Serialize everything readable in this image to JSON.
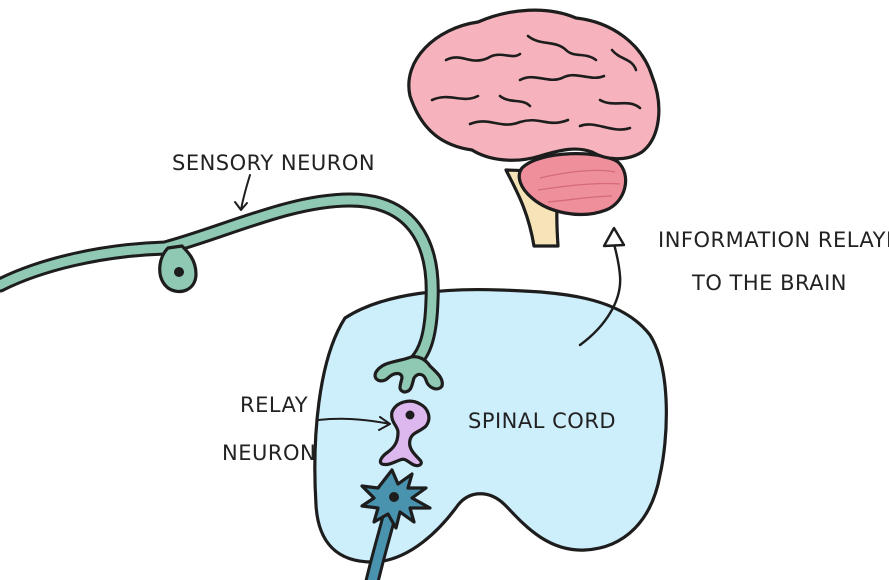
{
  "labels": {
    "sensory_neuron": "SENSORY NEURON",
    "relay_neuron_line1": "RELAY",
    "relay_neuron_line2": "NEURON",
    "spinal_cord": "SPINAL CORD",
    "information_line1": "INFORMATION RELAYED",
    "information_line2": "TO THE BRAIN"
  },
  "colors": {
    "spinal_cord_fill": "#cdeefb",
    "sensory_neuron_fill": "#8fc9b3",
    "relay_neuron_fill": "#dcb8ee",
    "motor_neuron_fill": "#4a93ae",
    "cerebrum_fill": "#f6b3bd",
    "cerebellum_fill": "#ef8f9c",
    "brainstem_fill": "#f6e4b8",
    "outline": "#1d1d1d"
  }
}
